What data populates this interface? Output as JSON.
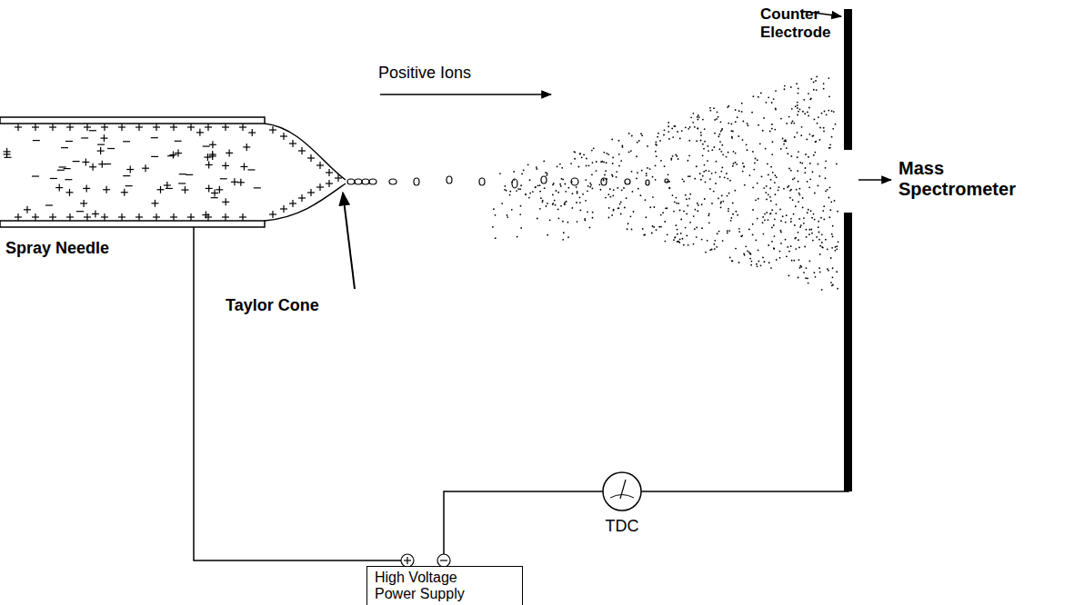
{
  "diagram": {
    "nodes": [
      {
        "text": [
          "High Voltage Power Supply"
        ]
      },
      {
        "text": [
          "TDC"
        ]
      }
    ],
    "edges": [
      {
        "from": 0,
        "to": 1,
        "arrow": "none"
      }
    ],
    "labels": [
      "Positive Ions",
      "Counter Electrode",
      "Mass Spectrometer",
      "Spray Needle",
      "Taylor Cone"
    ]
  }
}
